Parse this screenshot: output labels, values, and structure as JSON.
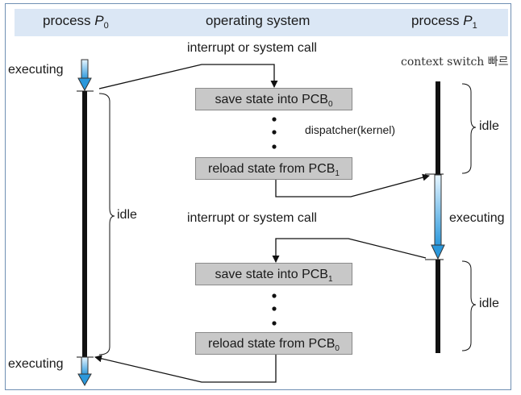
{
  "header": {
    "process0_prefix": "process ",
    "process0_var": "P",
    "process0_sub": "0",
    "os_title": "operating system",
    "process1_prefix": "process ",
    "process1_var": "P",
    "process1_sub": "1"
  },
  "annotation": "context switch 빠르",
  "labels": {
    "interrupt_top": "interrupt or system call",
    "interrupt_mid": "interrupt or system call",
    "dispatcher": "dispatcher(kernel)",
    "p0_executing_top": "executing",
    "p0_idle": "idle",
    "p0_executing_bottom": "executing",
    "p1_idle_top": "idle",
    "p1_executing": "executing",
    "p1_idle_bottom": "idle"
  },
  "boxes": {
    "save0": {
      "text": "save state into PCB",
      "sub": "0"
    },
    "reload1": {
      "text": "reload state from PCB",
      "sub": "1"
    },
    "save1": {
      "text": "save state into PCB",
      "sub": "1"
    },
    "reload0": {
      "text": "reload state from PCB",
      "sub": "0"
    }
  },
  "colors": {
    "executing_arrow": "#3ea9e8",
    "timeline": "#111111",
    "box_fill": "#c8c8c8",
    "header_band": "#dbe7f5"
  }
}
